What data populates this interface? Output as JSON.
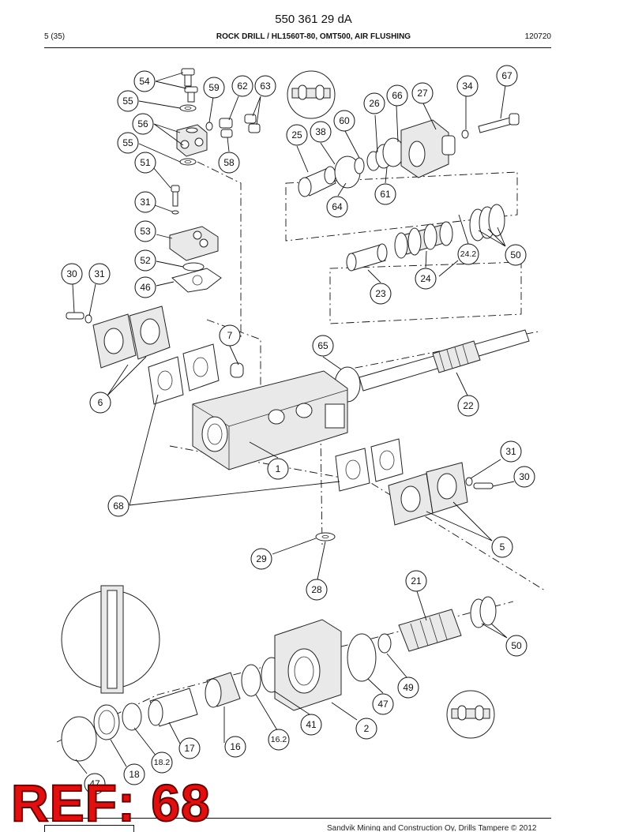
{
  "header": {
    "doc_number": "550 361 29 dA",
    "page": "5 (35)",
    "title": "ROCK DRILL / HL1560T-80, OMT500, AIR FLUSHING",
    "date": "120720"
  },
  "diagram": {
    "callouts": [
      "54",
      "55",
      "56",
      "55",
      "51",
      "31",
      "53",
      "52",
      "46",
      "30",
      "31",
      "6",
      "59",
      "62",
      "63",
      "58",
      "7",
      "25",
      "38",
      "60",
      "26",
      "66",
      "27",
      "34",
      "67",
      "64",
      "61",
      "23",
      "24",
      "24.2",
      "50",
      "65",
      "22",
      "1",
      "68",
      "31",
      "30",
      "5",
      "29",
      "28",
      "21",
      "50",
      "49",
      "47",
      "41",
      "2",
      "16.2",
      "16",
      "17",
      "18.2",
      "18",
      "47"
    ]
  },
  "overlay": {
    "ref_label": "REF: 68"
  },
  "footer": {
    "note": "Sandvik Mining and Construction Oy, Drills Tampere © 2012"
  }
}
